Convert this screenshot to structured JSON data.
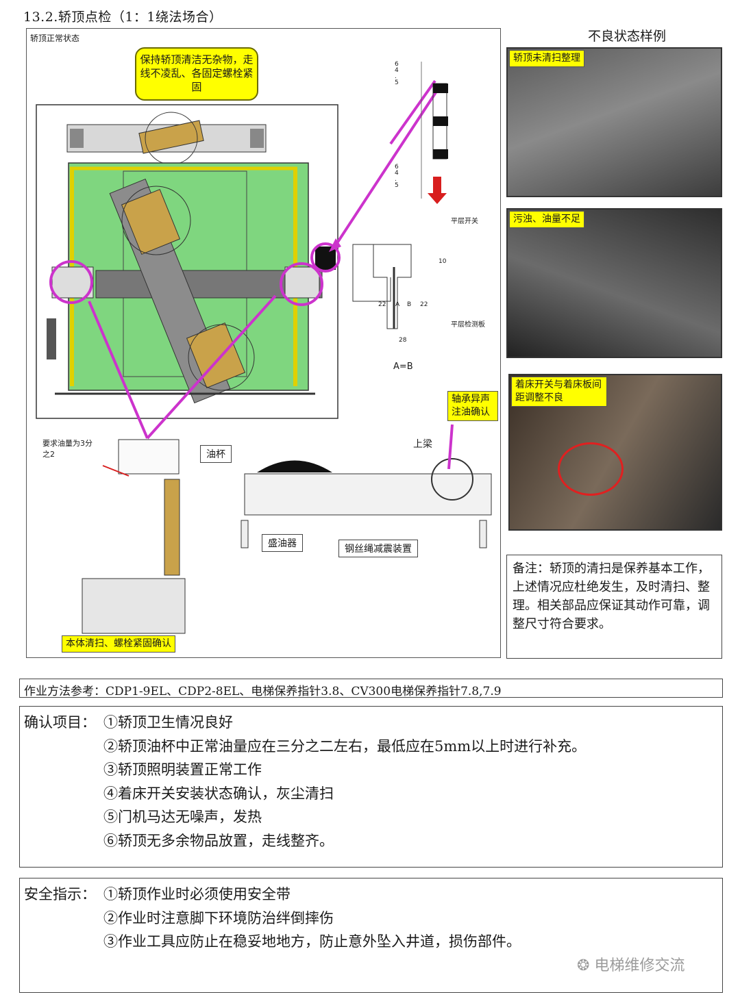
{
  "page": {
    "title": "13.2.轿顶点检（1：1绕法场合）",
    "panel_caption": "轿顶正常状态",
    "side_title": "不良状态样例"
  },
  "diagram": {
    "callout_top": "保持轿顶清洁无杂物，走线不凌乱、各固定螺栓紧固",
    "callout_bearing": "轴承异声注油确认",
    "callout_body": "本体清扫、螺栓紧固确认",
    "oil_note": "要求油量为3分之2",
    "label_oilcup": "油杯",
    "label_beam": "上梁",
    "label_oilpan": "盛油器",
    "label_damper": "钢丝绳减震装置",
    "label_level_switch": "平层开关",
    "label_level_plate": "平层检测板",
    "formula": "A=B",
    "dim_22a": "22",
    "dim_a": "A",
    "dim_b": "B",
    "dim_22b": "22",
    "dim_28": "28",
    "dim_10": "10",
    "dim_645a": "6 4 . 5",
    "dim_645b": "6 4 . 5"
  },
  "samples": [
    {
      "tag": "轿顶未清扫整理"
    },
    {
      "tag": "污浊、油量不足"
    },
    {
      "tag": "着床开关与着床板间距调整不良"
    }
  ],
  "note": "备注：轿顶的清扫是保养基本工作，上述情况应杜绝发生，及时清扫、整理。相关部品应保证其动作可靠，调整尺寸符合要求。",
  "reference": "作业方法参考：CDP1-9EL、CDP2-8EL、电梯保养指针3.8、CV300电梯保养指针7.8,7.9",
  "confirm": {
    "heading": "确认项目：",
    "items": [
      "①轿顶卫生情况良好",
      "②轿顶油杯中正常油量应在三分之二左右，最低应在5mm以上时进行补充。",
      "③轿顶照明装置正常工作",
      "④着床开关安装状态确认，灰尘清扫",
      "⑤门机马达无噪声，发热",
      "⑥轿顶无多余物品放置，走线整齐。"
    ]
  },
  "safety": {
    "heading": "安全指示：",
    "items": [
      "①轿顶作业时必须使用安全带",
      "②作业时注意脚下环境防治绊倒摔伤",
      "③作业工具应防止在稳妥地地方，防止意外坠入井道，损伤部件。"
    ]
  },
  "watermark": "电梯维修交流",
  "colors": {
    "callout": "#ffff00",
    "highlight": "#cc33cc",
    "car_green": "#7fd67f",
    "arrow_red": "#d81e1e"
  }
}
